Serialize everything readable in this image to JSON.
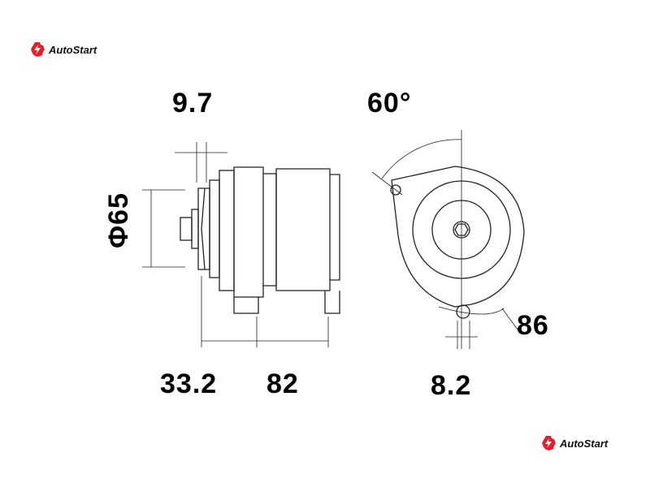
{
  "brand": {
    "name": "AutoStart",
    "color": "#e3202a"
  },
  "dimensions": {
    "d1": "9.7",
    "d2": "60°",
    "d3": "Φ65",
    "d4": "33.2",
    "d5": "82",
    "d6": "8.2",
    "d7": "86"
  }
}
